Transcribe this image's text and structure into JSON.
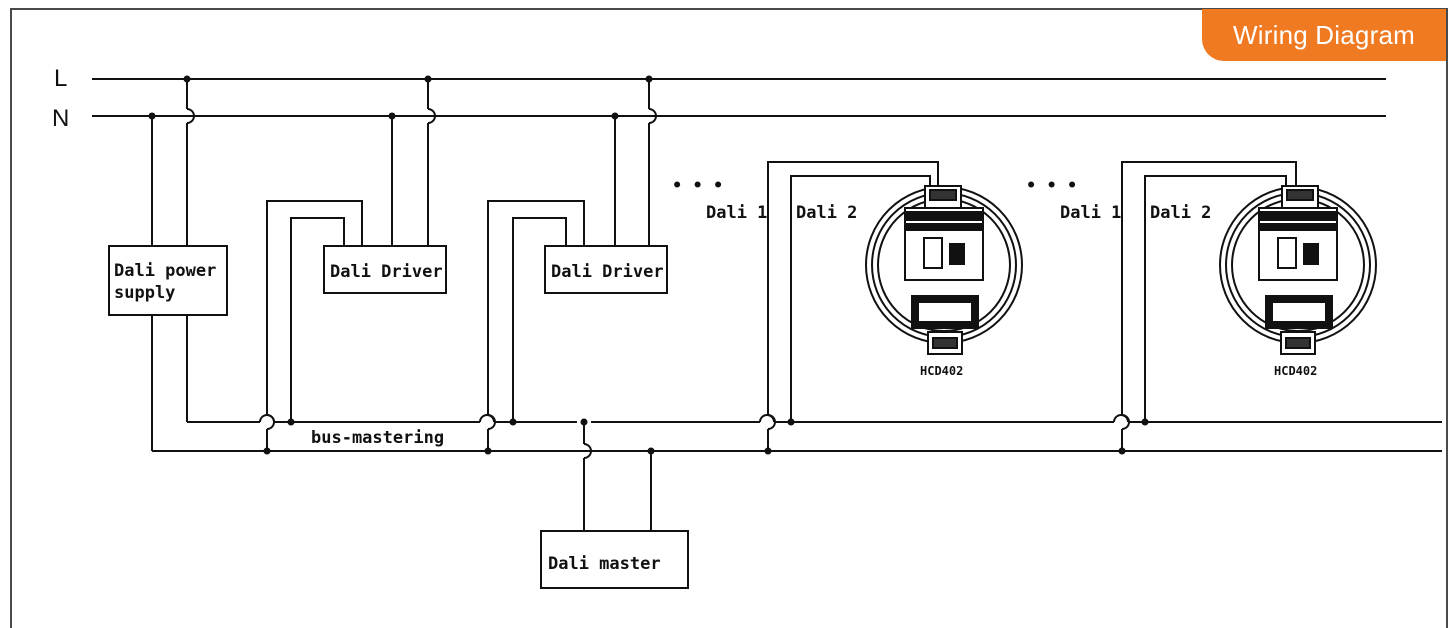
{
  "header": {
    "badge": "Wiring Diagram"
  },
  "lines": {
    "l_label": "L",
    "n_label": "N"
  },
  "boxes": {
    "power_supply_line1": "Dali power",
    "power_supply_line2": "supply",
    "driver1": "Dali Driver",
    "driver2": "Dali Driver",
    "master": "Dali master"
  },
  "bus_label": "bus-mastering",
  "ellipsis": "• • •",
  "sensor_groups": [
    {
      "dali1": "Dali 1",
      "dali2": "Dali 2",
      "model": "HCD402"
    },
    {
      "dali1": "Dali 1",
      "dali2": "Dali 2",
      "model": "HCD402"
    }
  ],
  "colors": {
    "badge": "#f07a22",
    "line": "#111111"
  }
}
